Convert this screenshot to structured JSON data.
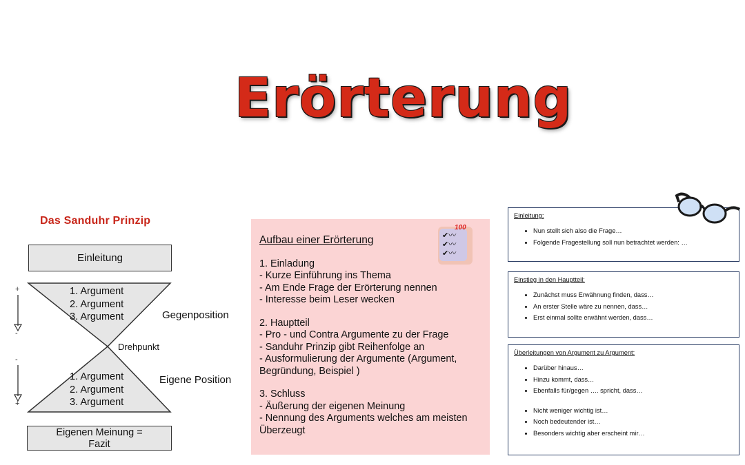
{
  "title": "Erörterung",
  "sanduhr": {
    "heading": "Das Sanduhr Prinzip",
    "intro": "Einleitung",
    "top_args": [
      "1. Argument",
      "2. Argument",
      "3. Argument"
    ],
    "bottom_args": [
      "1. Argument",
      "2. Argument",
      "3. Argument"
    ],
    "pivot": "Drehpunkt",
    "gegenposition": "Gegenposition",
    "eigene_position": "Eigene Position",
    "fazit_line1": "Eigenen Meinung =",
    "fazit_line2": "Fazit",
    "plus": "+",
    "minus": "-"
  },
  "aufbau": {
    "title": "Aufbau einer Erörterung",
    "sections": [
      {
        "lines": [
          "1. Einladung",
          "- Kurze Einführung ins Thema",
          "- Am Ende Frage der Erörterung nennen",
          "- Interesse beim Leser wecken"
        ]
      },
      {
        "lines": [
          "2. Hauptteil",
          "- Pro - und Contra Argumente zu der Frage",
          "- Sanduhr Prinzip gibt Reihenfolge an",
          "- Ausformulierung der Argumente (Argument,",
          "Begründung, Beispiel )"
        ]
      },
      {
        "lines": [
          "3. Schluss",
          "- Äußerung der eigenen Meinung",
          "- Nennung des Arguments welches am meisten",
          "Überzeugt"
        ]
      }
    ],
    "icon": "checklist-icon",
    "icon_badge": "100"
  },
  "cards": [
    {
      "title": "Einleitung:",
      "items": [
        "Nun stellt sich also die Frage…",
        "Folgende Fragestellung soll nun betrachtet werden: …"
      ]
    },
    {
      "title": "Einstieg in den Hauptteil:",
      "items": [
        "Zunächst muss Erwähnung finden, dass…",
        "An erster Stelle wäre zu nennen, dass…",
        "Erst einmal sollte erwähnt werden, dass…"
      ]
    },
    {
      "title": "Überleitungen von Argument zu Argument:",
      "items": [
        "Darüber hinaus…",
        "Hinzu kommt, dass…",
        "Ebenfalls für/gegen …. spricht, dass…"
      ],
      "items2": [
        "Nicht weniger wichtig ist…",
        "Noch bedeutender ist…",
        "Besonders wichtig aber erscheint mir…"
      ]
    }
  ],
  "colors": {
    "title_red": "#d42a18",
    "heading_red": "#c8261a",
    "aufbau_bg": "#fbd4d4",
    "card_border": "#2c3f66"
  }
}
